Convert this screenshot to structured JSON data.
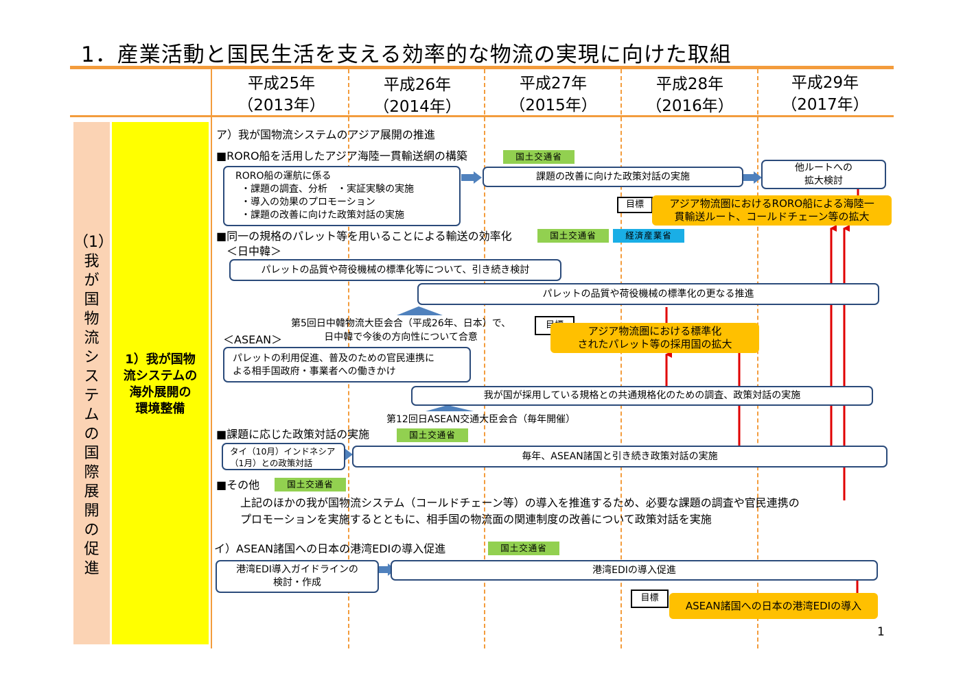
{
  "title": "1．産業活動と国民生活を支える効率的な物流の実現に向けた取組",
  "years": [
    {
      "era": "平成25年",
      "ad": "（2013年）"
    },
    {
      "era": "平成26年",
      "ad": "（2014年）"
    },
    {
      "era": "平成27年",
      "ad": "（2015年）"
    },
    {
      "era": "平成28年",
      "ad": "（2016年）"
    },
    {
      "era": "平成29年",
      "ad": "（2017年）"
    }
  ],
  "category": "（1）我が国物流システムの国際展開の促進",
  "category_lines": [
    "（1）",
    "我",
    "が",
    "国",
    "物",
    "流",
    "シ",
    "ス",
    "テ",
    "ム",
    "の",
    "国",
    "際",
    "展",
    "開",
    "の",
    "促",
    "進"
  ],
  "subcategory_lines": [
    "1）我が国物",
    "流システムの",
    "海外展開の",
    "環境整備"
  ],
  "ministries": {
    "mlit": "国土交通省",
    "meti": "経済産業省"
  },
  "goal_label": "目標",
  "section_a": {
    "heading": "ア）我が国物流システムのアジア展開の推進",
    "roro": {
      "heading": "■RORO船を活用したアジア海陸一貫輸送網の構築",
      "box_lines": [
        "RORO船の運航に係る",
        "・課題の調査、分析　・実証実験の実施",
        "・導入の効果のプロモーション",
        "・課題の改善に向けた政策対話の実施"
      ],
      "dialogue": "課題の改善に向けた政策対話の実施",
      "expand_lines": [
        "他ルートへの",
        "拡大検討"
      ],
      "goal_lines": [
        "アジア物流圏におけるRORO船による海陸一",
        "貫輸送ルート、コールドチェーン等の拡大"
      ]
    },
    "pallet": {
      "heading": "■同一の規格のパレット等を用いることによる輸送の効率化",
      "cjk_label": "＜日中韓＞",
      "cjk_box1": "パレットの品質や荷役機械の標準化等について、引き続き検討",
      "cjk_box2": "パレットの品質や荷役機械の標準化の更なる推進",
      "cjk_note_lines": [
        "第5回日中韓物流大臣会合（平成26年、日本）で、",
        "日中韓で今後の方向性について合意"
      ],
      "goal_lines": [
        "アジア物流圏における標準化",
        "されたパレット等の採用国の拡大"
      ],
      "asean_label": "＜ASEAN＞",
      "asean_box_lines": [
        "パレットの利用促進、普及のための官民連携に",
        "よる相手国政府・事業者への働きかけ"
      ],
      "asean_bar": "我が国が採用している規格との共通規格化のための調査、政策対話の実施",
      "asean_note": "第12回日ASEAN交通大臣会合（毎年開催）"
    },
    "policy": {
      "heading": "■課題に応じた政策対話の実施",
      "box_lines": [
        "タイ（10月）インドネシア",
        "（1月）との政策対話"
      ],
      "bar": "毎年、ASEAN諸国と引き続き政策対話の実施"
    },
    "other": {
      "heading": "■その他",
      "lines": [
        "上記のほかの我が国物流システム（コールドチェーン等）の導入を推進するため、必要な課題の調査や官民連携の",
        "プロモーションを実施するとともに、相手国の物流面の関連制度の改善について政策対話を実施"
      ]
    }
  },
  "section_b": {
    "heading": "イ）ASEAN諸国への日本の港湾EDIの導入促進",
    "box_lines": [
      "港湾EDI導入ガイドラインの",
      "検討・作成"
    ],
    "bar": "港湾EDIの導入促進",
    "goal": "ASEAN諸国への日本の港湾EDIの導入"
  },
  "page_number": "1",
  "colors": {
    "accent": "#f39c3c",
    "box_border": "#2a4a7a",
    "arrow_blue": "#4f81bd",
    "arrow_red": "#e00000",
    "goal_fill": "#ffc000",
    "mlit_tag": "#92d050",
    "meti_tag": "#1aaee6",
    "col1": "#fbd3b4",
    "col2": "#ffff00"
  }
}
